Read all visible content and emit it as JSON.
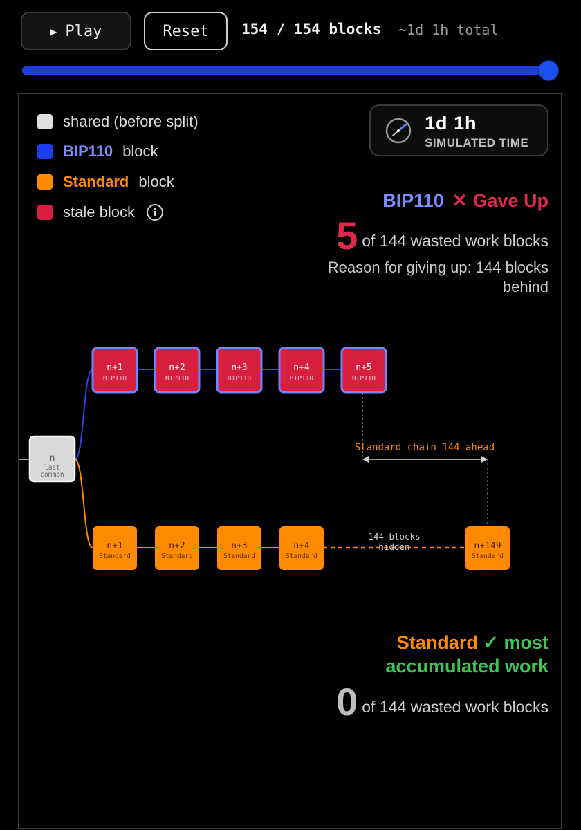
{
  "controls": {
    "play_icon": "▶",
    "play_label": "Play",
    "reset_label": "Reset",
    "counter": "154 / 154 blocks",
    "total": "~1d 1h total",
    "progress": 1.0,
    "accent_color": "#1d4ef0"
  },
  "legend": [
    {
      "color": "#e0e0e0",
      "name": "shared (before split)",
      "name_color": "#d8d8d8",
      "suffix": ""
    },
    {
      "color": "#1e3ff0",
      "name": "BIP110",
      "name_color": "#7b8cff",
      "suffix": "block"
    },
    {
      "color": "#ff8a00",
      "name": "Standard",
      "name_color": "#ff8a00",
      "suffix": "block"
    },
    {
      "color": "#d81f3f",
      "name": "stale block",
      "name_color": "#d8d8d8",
      "suffix": ""
    }
  ],
  "legend_info_icon": "info-icon",
  "time": {
    "icon": "clock-icon",
    "value": "1d 1h",
    "caption": "SIMULATED TIME"
  },
  "bip110_result": {
    "chain": "BIP110",
    "mark": "✕",
    "status": "Gave Up",
    "wasted_count": "5",
    "wasted_text": "of 144 wasted work blocks",
    "reason": "Reason for giving up: 144 blocks behind"
  },
  "standard_result": {
    "chain": "Standard",
    "mark": "✓",
    "status": "most accumulated work",
    "wasted_count": "0",
    "wasted_text": "of 144 wasted work blocks"
  },
  "diagram": {
    "common_block": {
      "label": "n",
      "sub": "last\ncommon"
    },
    "bip110_blocks": [
      {
        "label": "n+1",
        "sub": "BIP110"
      },
      {
        "label": "n+2",
        "sub": "BIP110"
      },
      {
        "label": "n+3",
        "sub": "BIP110"
      },
      {
        "label": "n+4",
        "sub": "BIP110"
      },
      {
        "label": "n+5",
        "sub": "BIP110"
      }
    ],
    "standard_blocks": [
      {
        "label": "n+1",
        "sub": "Standard"
      },
      {
        "label": "n+2",
        "sub": "Standard"
      },
      {
        "label": "n+3",
        "sub": "Standard"
      },
      {
        "label": "n+4",
        "sub": "Standard"
      }
    ],
    "standard_tip": {
      "label": "n+149",
      "sub": "Standard"
    },
    "hidden_label": "144 blocks\nhidden",
    "ahead_label": "Standard chain 144 ahead"
  }
}
